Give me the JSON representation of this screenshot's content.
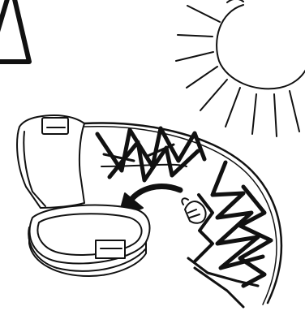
{
  "illustration": {
    "ink_color": "#111111",
    "paper_color": "#ffffff",
    "elements": [
      "warning-triangle-icon",
      "sun-icon",
      "storage-case-lid",
      "storage-case-base",
      "insert-direction-arrow-icon",
      "ribbed-canopy-frame",
      "hand-holding-canopy-icon"
    ]
  }
}
